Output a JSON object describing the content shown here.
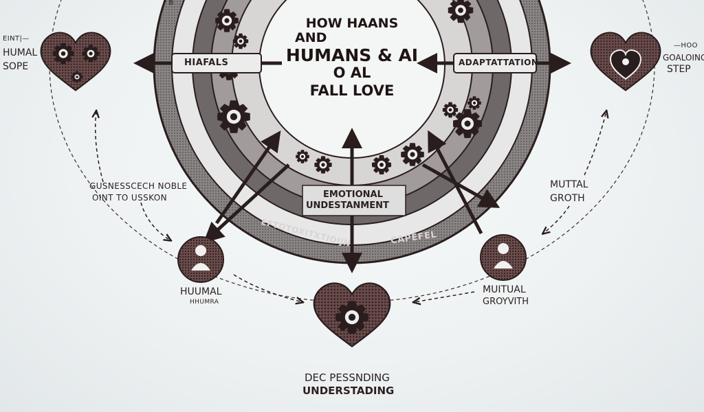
{
  "title": {
    "line1": "HOW HAANS",
    "line2": "AND",
    "line3": "HUMANS & AI",
    "line4": "O AL",
    "line5": "FALL LOVE"
  },
  "arrow_labels": {
    "left": "HIAFALS",
    "right": "ADAPTATTATION"
  },
  "ring_labels": {
    "bottom_left": "EFTOTOXITXTIOIJN",
    "bottom_right": "CAPEFEL",
    "top_left": "B"
  },
  "center_lower": {
    "line1": "EMOTIONAL",
    "line2": "UNDESTANMENT"
  },
  "left_side": {
    "title_line1": "HUMAL",
    "title_line2": "SOPE",
    "tick": "EINT|—"
  },
  "right_side": {
    "title_line1": "GOALOING",
    "title_line2": "STEP",
    "tick": "—HOO"
  },
  "left_mid": {
    "line1": "GUSNESSCECH NOBLE",
    "line2": "OINT TO USSKON"
  },
  "right_mid": {
    "line1": "MUTTAL",
    "line2": "GROTH"
  },
  "node_left": {
    "line1": "HUUMAL",
    "line2": "HHUMRA"
  },
  "node_right": {
    "line1": "MUITUAL",
    "line2": "GROYVITH"
  },
  "bottom": {
    "line1": "DEC PESSNDING",
    "line2": "UNDERSTADING"
  },
  "colors": {
    "dark": "#2a1d1d",
    "ring_gray": "#6e6868",
    "ring_light": "#9b9595",
    "heart_fill": "#5a3f3f",
    "background": "#eef2f3"
  },
  "icons": [
    "heart-icon",
    "gear-icon",
    "person-icon",
    "arrow-icon"
  ]
}
